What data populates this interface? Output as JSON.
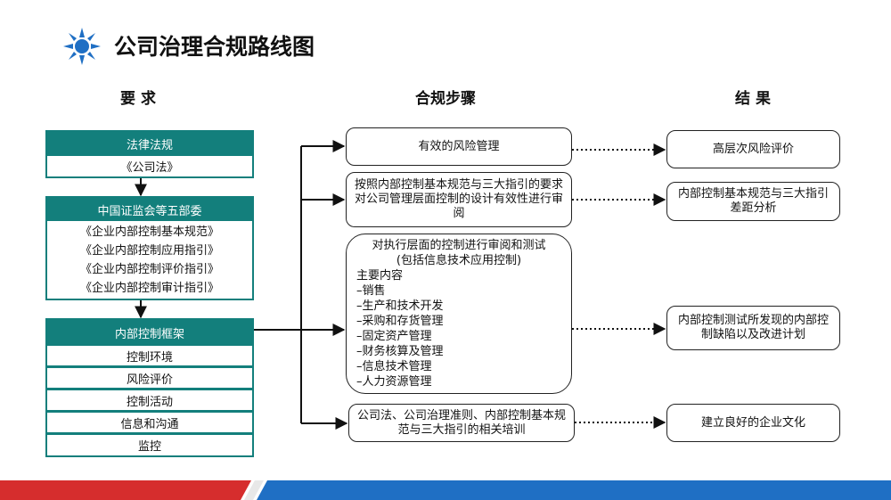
{
  "header": {
    "title": "公司治理合规路线图",
    "icon": "sun-star-icon",
    "icon_color": "#1f6fc4"
  },
  "columns": {
    "requirements": "要 求",
    "steps": "合规步骤",
    "results": "结 果"
  },
  "requirements": {
    "laws": {
      "title": "法律法规",
      "items": [
        "《公司法》"
      ]
    },
    "csrc": {
      "title": "中国证监会等五部委",
      "items": [
        "《企业内部控制基本规范》",
        "《企业内部控制应用指引》",
        "《企业内部控制评价指引》",
        "《企业内部控制审计指引》"
      ]
    },
    "framework": {
      "title": "内部控制框架",
      "items": [
        "控制环境",
        "风险评价",
        "控制活动",
        "信息和沟通",
        "监控"
      ]
    }
  },
  "steps": {
    "step1": "有效的风险管理",
    "step2": "按照内部控制基本规范与三大指引的要求对公司管理层面控制的设计有效性进行审阅",
    "step3": {
      "title_line1": "对执行层面的控制进行审阅和测试",
      "title_line2": "(包括信息技术应用控制)",
      "subtitle": "主要内容",
      "items": [
        "–销售",
        "–生产和技术开发",
        "–采购和存货管理",
        "–固定资产管理",
        "–财务核算及管理",
        "–信息技术管理",
        "–人力资源管理"
      ]
    },
    "step4": "公司法、公司治理准则、内部控制基本规范与三大指引的相关培训"
  },
  "results": {
    "r1": "高层次风险评价",
    "r2": "内部控制基本规范与三大指引差距分析",
    "r3": "内部控制测试所发现的内部控制缺陷以及改进计划",
    "r4": "建立良好的企业文化"
  },
  "colors": {
    "teal": "#137f7c",
    "footer_red": "#d62d2d",
    "footer_blue": "#1f6fc4"
  }
}
